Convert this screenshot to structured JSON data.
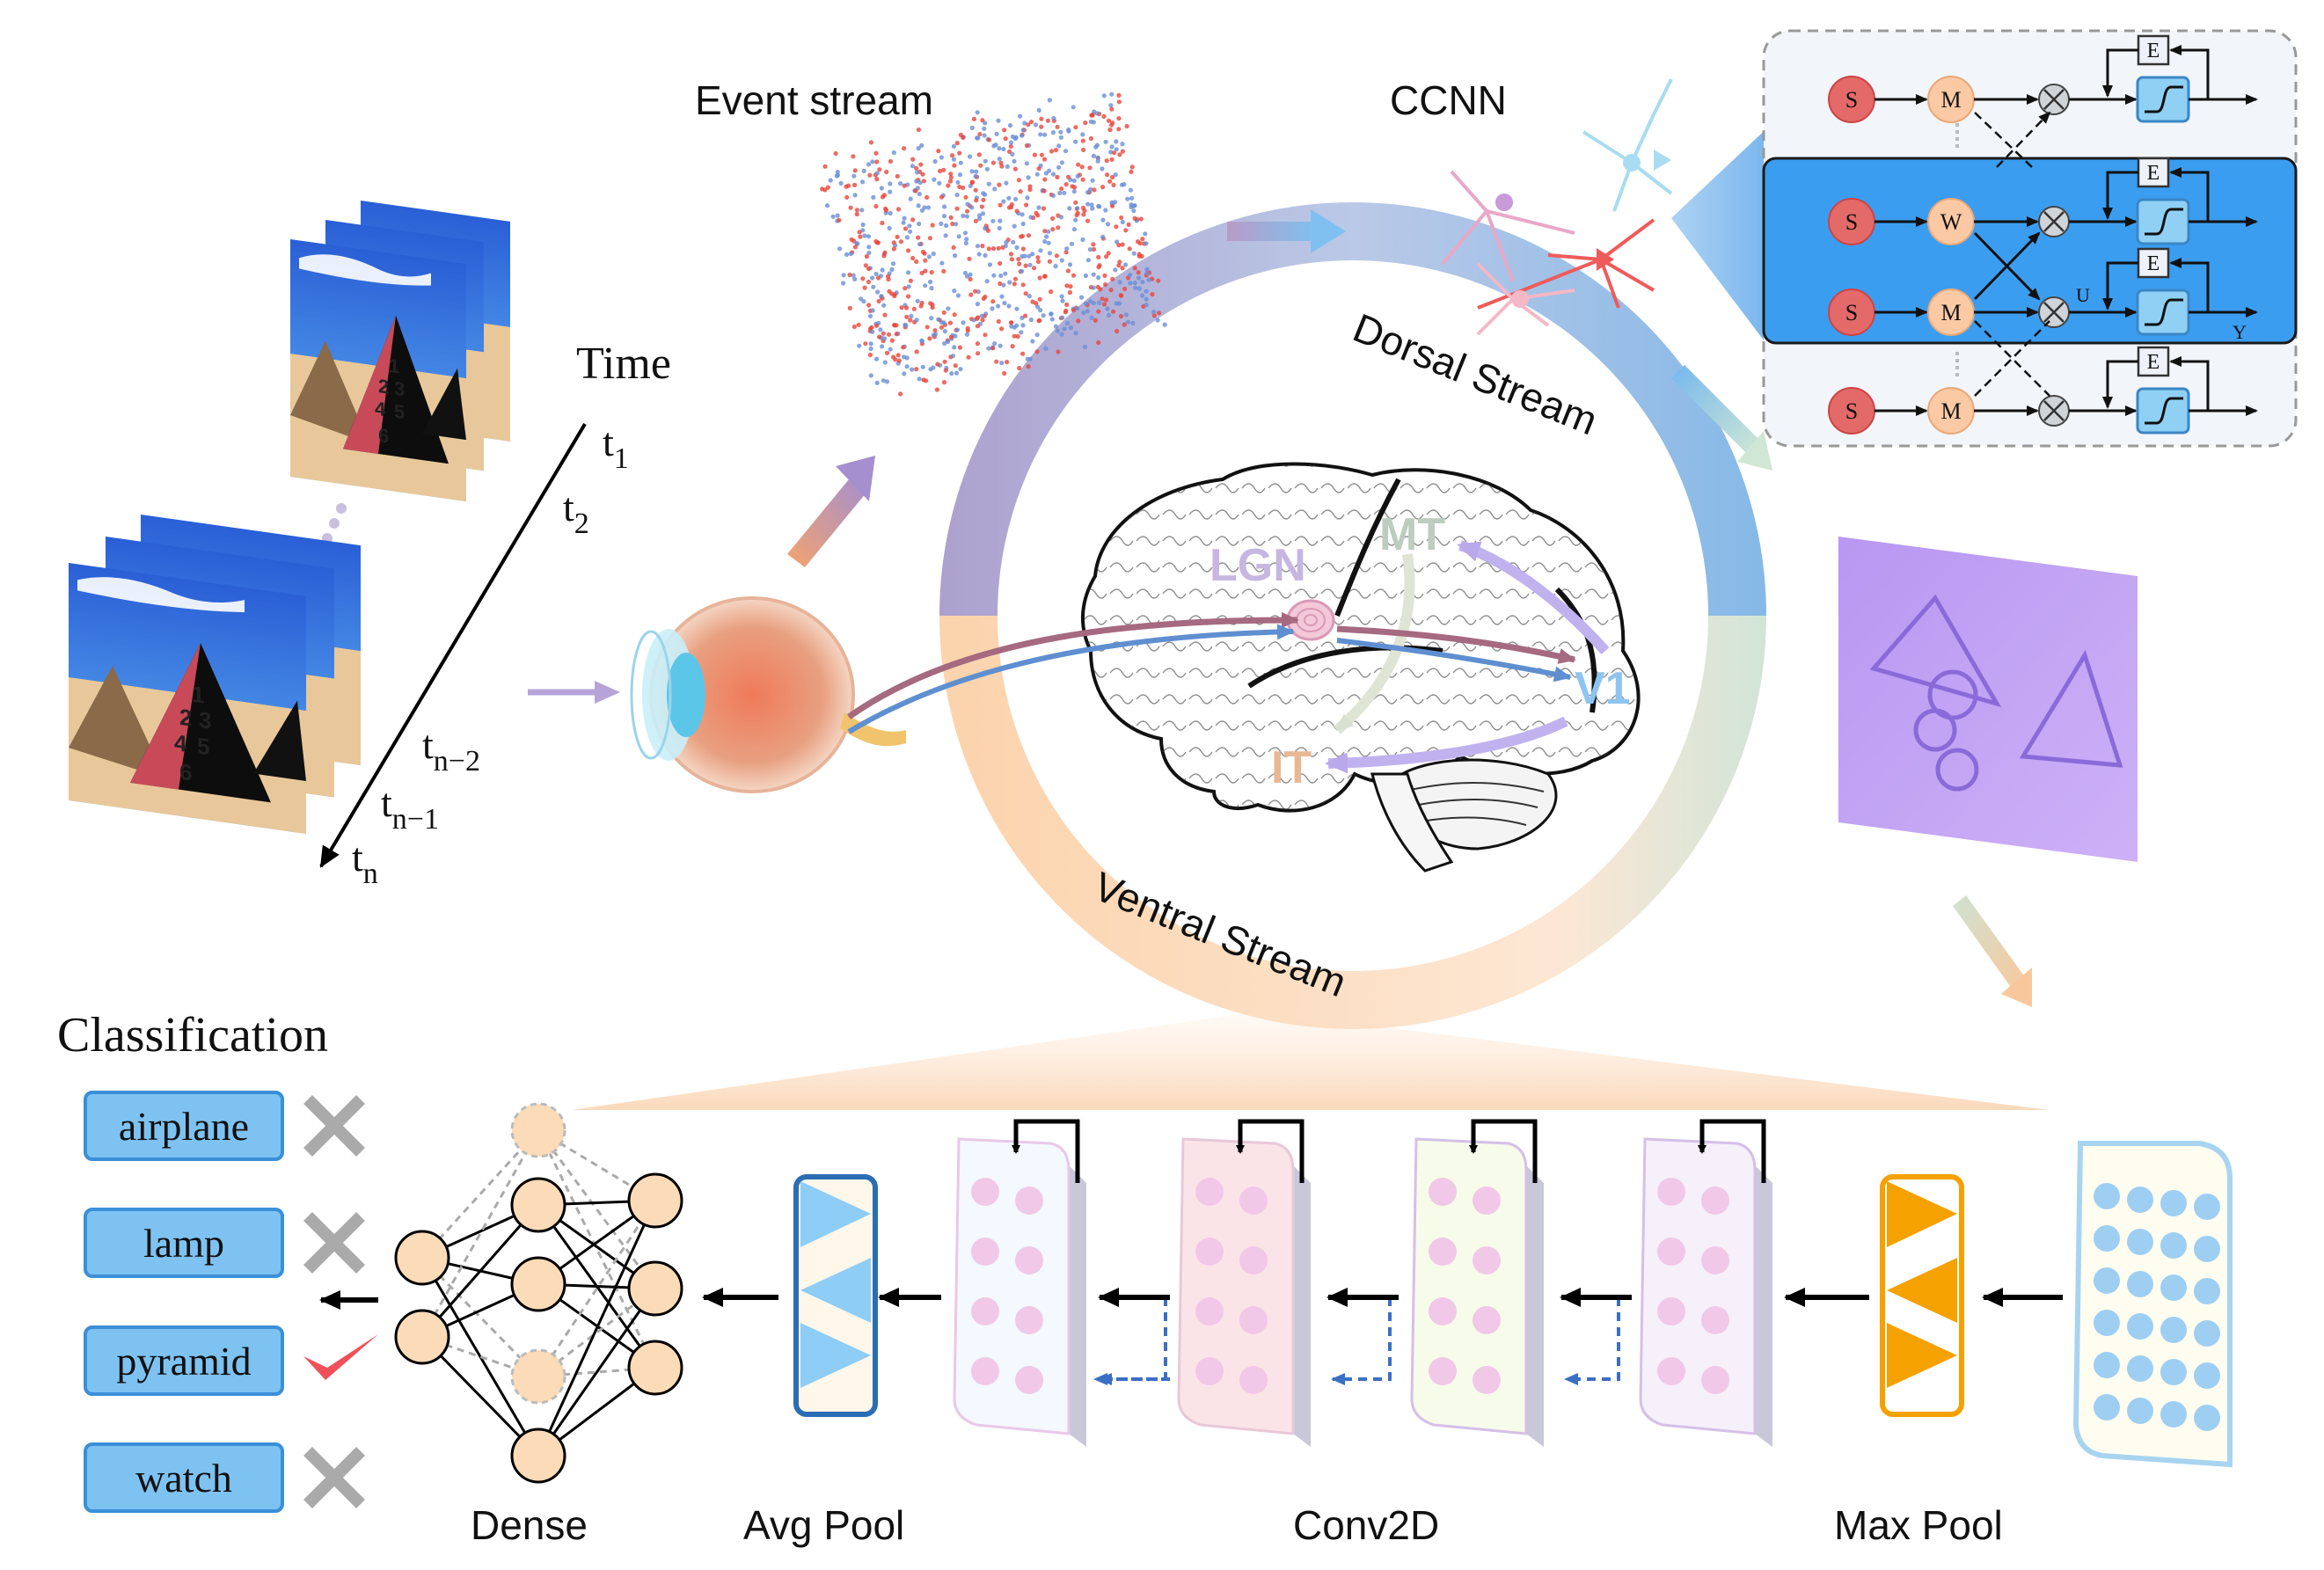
{
  "time": {
    "title": "Time",
    "t1": "t",
    "t1_sub": "1",
    "t2": "t",
    "t2_sub": "2",
    "tn2": "t",
    "tn2_sub": "n−2",
    "tn1": "t",
    "tn1_sub": "n−1",
    "tn": "t",
    "tn_sub": "n"
  },
  "frame_digits": [
    "1",
    "2",
    "3",
    "4",
    "5",
    "6"
  ],
  "event_stream_label": "Event stream",
  "ccnn_label": "CCNN",
  "ring": {
    "dorsal": "Dorsal Stream",
    "ventral": "Ventral Stream"
  },
  "brain_regions": {
    "lgn": "LGN",
    "mt": "MT",
    "v1": "V1",
    "it": "IT"
  },
  "circuit": {
    "rows": [
      {
        "s": "S",
        "m": "M",
        "e": "E"
      },
      {
        "s": "S",
        "m": "W",
        "e": "E"
      },
      {
        "s": "S",
        "m": "M",
        "e": "E",
        "u": "U",
        "y": "Y"
      },
      {
        "s": "S",
        "m": "M",
        "e": "E"
      }
    ]
  },
  "classification": {
    "title": "Classification",
    "items": [
      {
        "label": "airplane",
        "result": "wrong"
      },
      {
        "label": "lamp",
        "result": "wrong"
      },
      {
        "label": "pyramid",
        "result": "correct"
      },
      {
        "label": "watch",
        "result": "wrong"
      }
    ]
  },
  "layers": {
    "dense": "Dense",
    "avg_pool": "Avg Pool",
    "conv2d": "Conv2D",
    "max_pool": "Max Pool"
  },
  "colors": {
    "dorsal": "#7fb5e6",
    "ventral": "#f8c89c",
    "purple": "#a996cc",
    "max_pool": "#f5a100",
    "avg_pool": "#8ecdf5",
    "box_fill": "#7ec2f2",
    "box_border": "#3a8fd8",
    "check": "#f0505a",
    "cross": "#aaaaaa"
  }
}
